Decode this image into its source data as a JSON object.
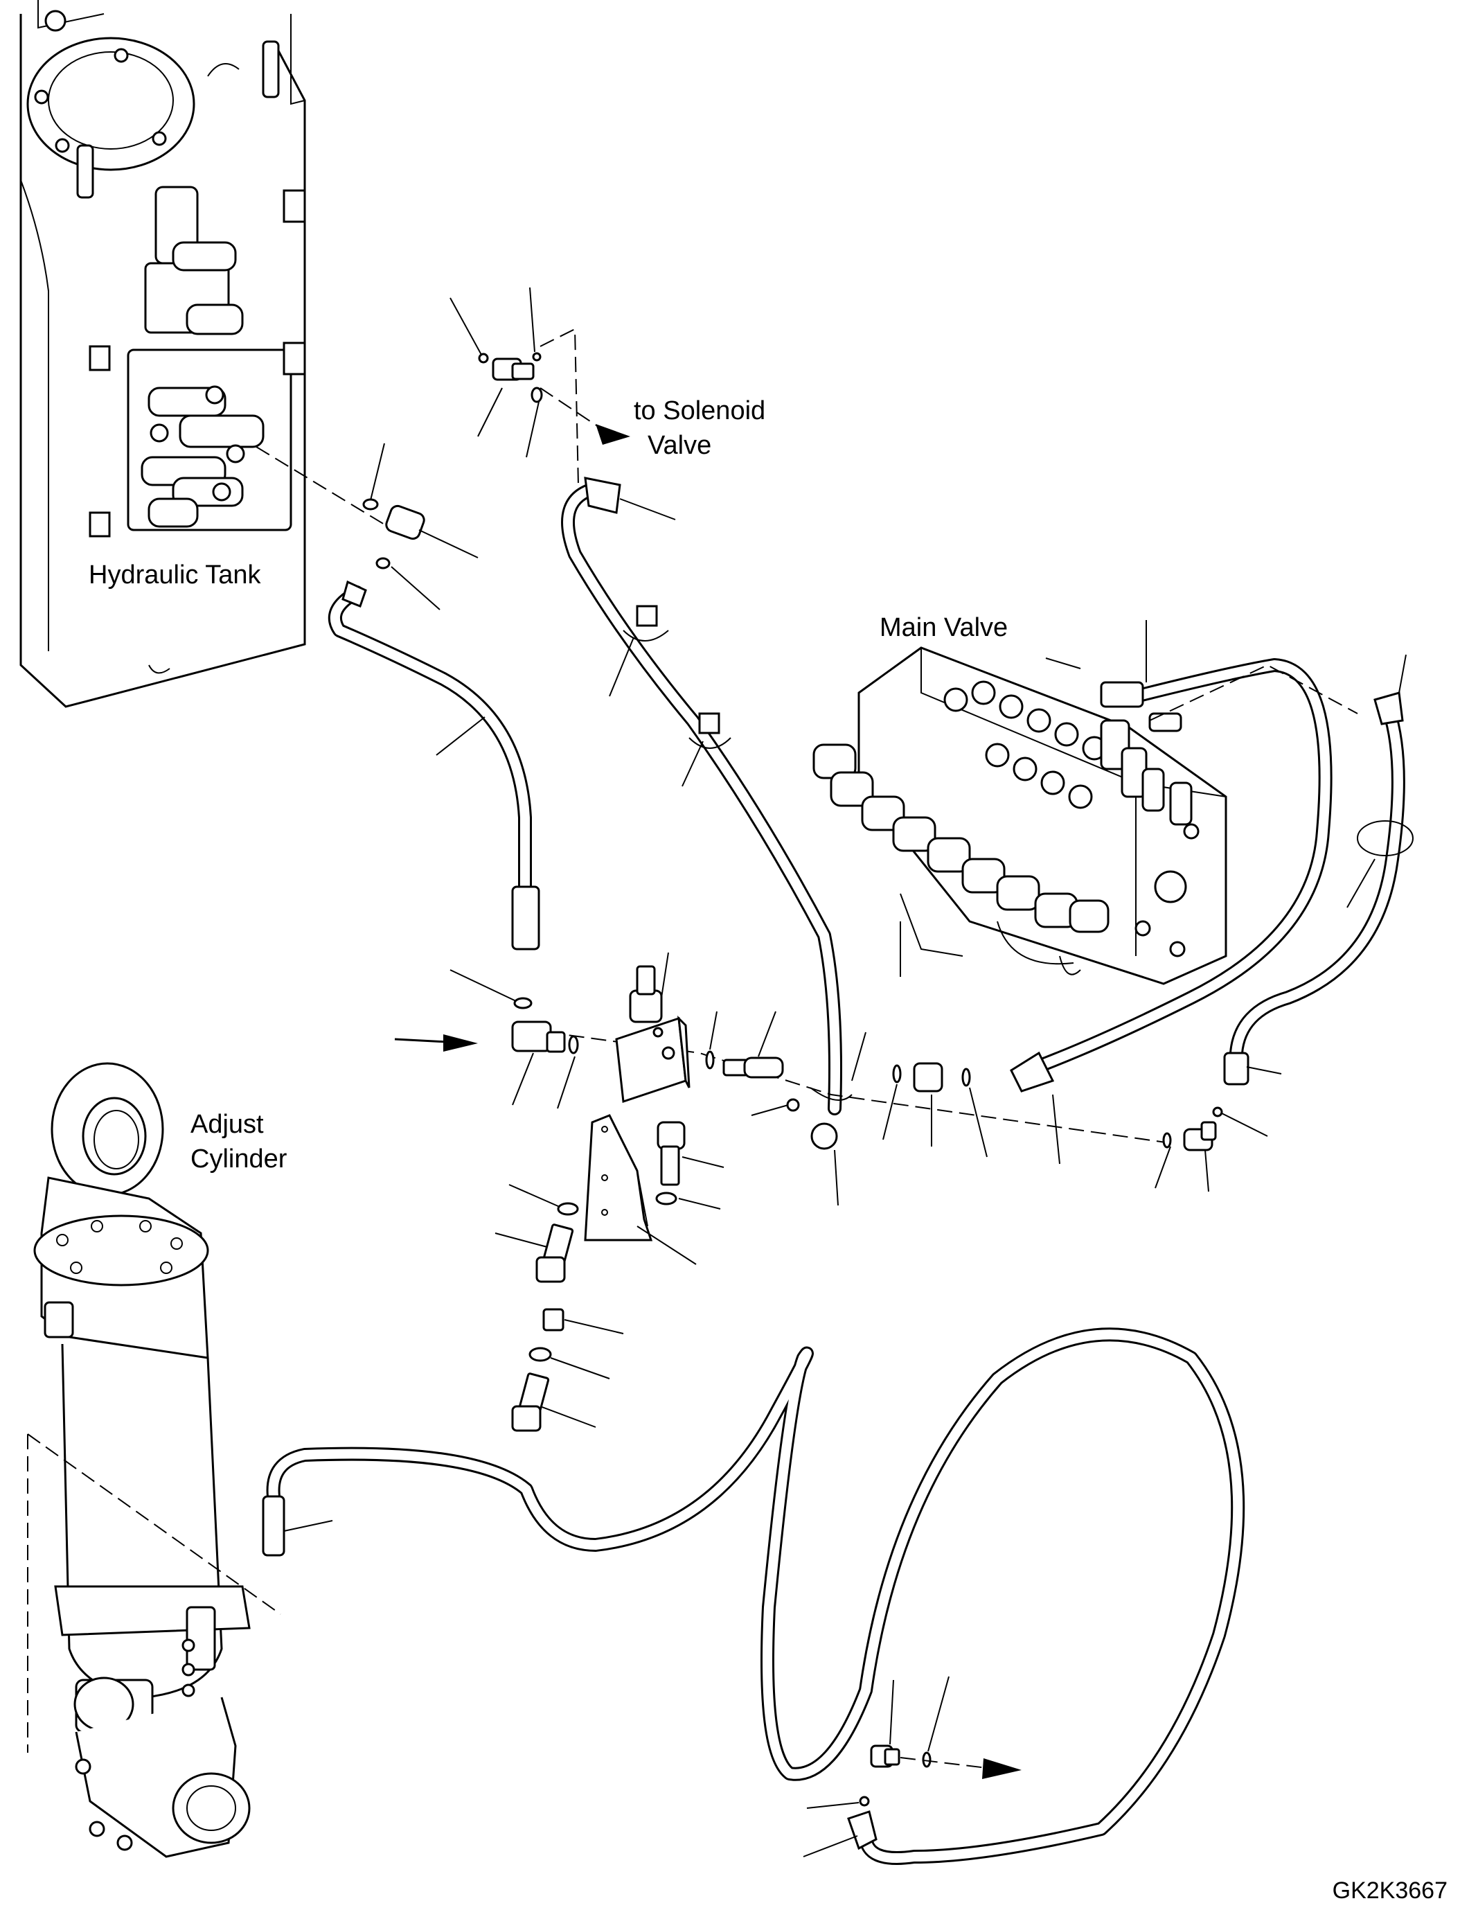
{
  "labels": {
    "hydraulic_tank": "Hydraulic Tank",
    "to_solenoid_line1": "to Solenoid",
    "to_solenoid_line2": "Valve",
    "main_valve": "Main Valve",
    "adjust_cylinder_line1": "Adjust",
    "adjust_cylinder_line2": "Cylinder",
    "figure_code": "GK2K3667"
  },
  "icons": {
    "flow_arrow": "arrow-right-icon"
  },
  "colors": {
    "line": "#000000",
    "background": "#ffffff"
  }
}
